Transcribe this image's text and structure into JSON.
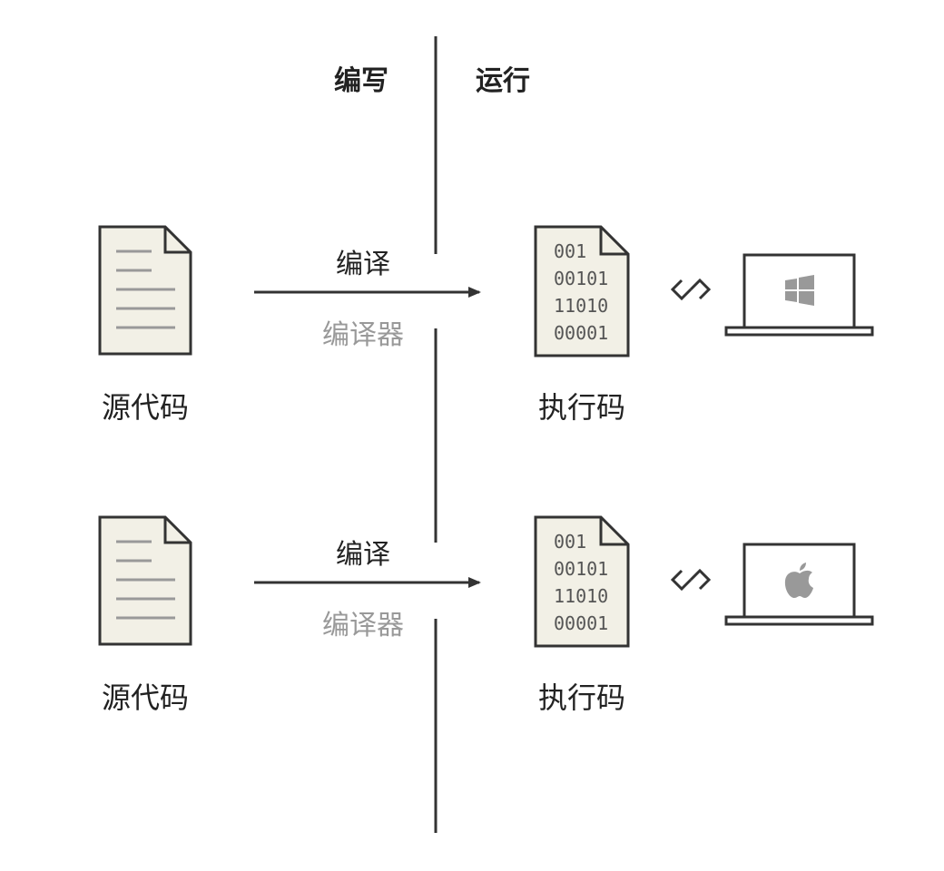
{
  "header": {
    "write_label": "编写",
    "run_label": "运行"
  },
  "rows": [
    {
      "source_label": "源代码",
      "compile_label": "编译",
      "compiler_label": "编译器",
      "exec_label": "执行码",
      "binary_lines": [
        "001",
        "00101",
        "11010",
        "00001"
      ],
      "platform_icon": "windows-logo-icon"
    },
    {
      "source_label": "源代码",
      "compile_label": "编译",
      "compiler_label": "编译器",
      "exec_label": "执行码",
      "binary_lines": [
        "001",
        "00101",
        "11010",
        "00001"
      ],
      "platform_icon": "apple-logo-icon"
    }
  ],
  "colors": {
    "stroke": "#333333",
    "paper": "#f2f0e6",
    "doc_line": "#999999",
    "logo": "#999999",
    "muted_text": "#999999"
  }
}
